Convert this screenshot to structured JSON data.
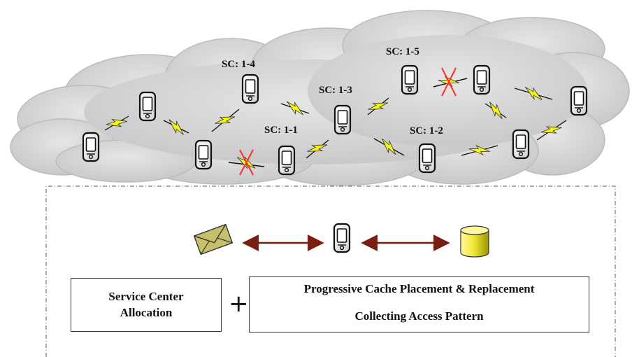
{
  "service_centers": [
    {
      "id": "sc-1-4",
      "label": "SC: 1-4"
    },
    {
      "id": "sc-1-5",
      "label": "SC: 1-5"
    },
    {
      "id": "sc-1-3",
      "label": "SC: 1-3"
    },
    {
      "id": "sc-1-1",
      "label": "SC: 1-1"
    },
    {
      "id": "sc-1-2",
      "label": "SC: 1-2"
    }
  ],
  "allocation_box": {
    "line1": "Service Center",
    "line2": "Allocation"
  },
  "plus_sign": "+",
  "right_box": {
    "top": "Progressive Cache Placement & Replacement",
    "bottom": "Collecting Access Pattern"
  },
  "icons": {
    "message": "envelope-icon",
    "device": "mobile-device-icon",
    "storage": "database-cylinder-icon",
    "link": "wireless-link-icon",
    "broken_link": "broken-link-icon"
  },
  "colors": {
    "cloud": "#d4d4d4",
    "link_fill": "#f5f51a",
    "broken_x": "#ff2a2a",
    "arrow": "#7a1e12",
    "envelope": "#c7c06a",
    "cylinder": "#e8df20"
  }
}
